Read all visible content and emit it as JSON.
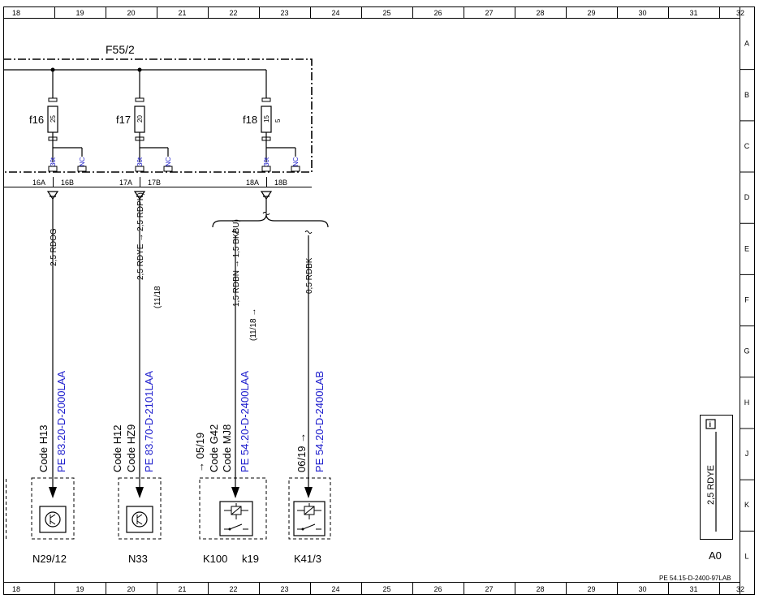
{
  "grid": {
    "columns": [
      "18",
      "19",
      "20",
      "21",
      "22",
      "23",
      "24",
      "25",
      "26",
      "27",
      "28",
      "29",
      "30",
      "31",
      "32"
    ],
    "rows": [
      "A",
      "B",
      "C",
      "D",
      "E",
      "F",
      "G",
      "H",
      "J",
      "K",
      "L"
    ]
  },
  "fuse_box": {
    "label": "F55/2",
    "fuses": [
      {
        "name": "f16",
        "rating": "25",
        "pin_top": "30t",
        "pin_nc": "NC",
        "pin_a": "16A",
        "pin_b": "16B"
      },
      {
        "name": "f17",
        "rating": "20",
        "pin_top": "30t",
        "pin_nc": "NC",
        "pin_a": "17A",
        "pin_b": "17B"
      },
      {
        "name": "f18",
        "rating": "15",
        "rating_side": "5",
        "pin_top": "30t",
        "pin_nc": "NC",
        "pin_a": "18A",
        "pin_b": "18B"
      }
    ]
  },
  "wires": {
    "w1": "2,5 RDOG",
    "w2": "2,5 RDYE  →  2,5 RDPK)",
    "w2_note": "(11/18",
    "w3": "1,5 RDBN  →  1,5 BKBU)",
    "w3_note": "(11/18  →",
    "w4": "0,5 RDBK"
  },
  "components": [
    {
      "name": "N29/12",
      "code1": "Code H13",
      "ref": "PE 83.20-D-2000LAA"
    },
    {
      "name": "N33",
      "code1": "Code H12",
      "code2": "Code HZ9",
      "ref": "PE 83.70-D-2101LAA"
    },
    {
      "name": "K100",
      "sub": "k19",
      "date": "→ 05/19",
      "code1": "Code G42",
      "code2": "Code MJ8",
      "ref": "PE 54.20-D-2400LAA"
    },
    {
      "name": "K41/3",
      "date": "06/19 →",
      "ref": "PE 54.20-D-2400LAB"
    }
  ],
  "legend": {
    "wire": "2,5 RDYE",
    "label": "A0"
  },
  "footer": {
    "doc_ref": "PE 54.15-D-2400-97LAB"
  },
  "colors": {
    "link": "#1a1acc",
    "line": "#000000"
  },
  "icons": [
    "info-icon",
    "transistor-icon",
    "relay-icon"
  ]
}
